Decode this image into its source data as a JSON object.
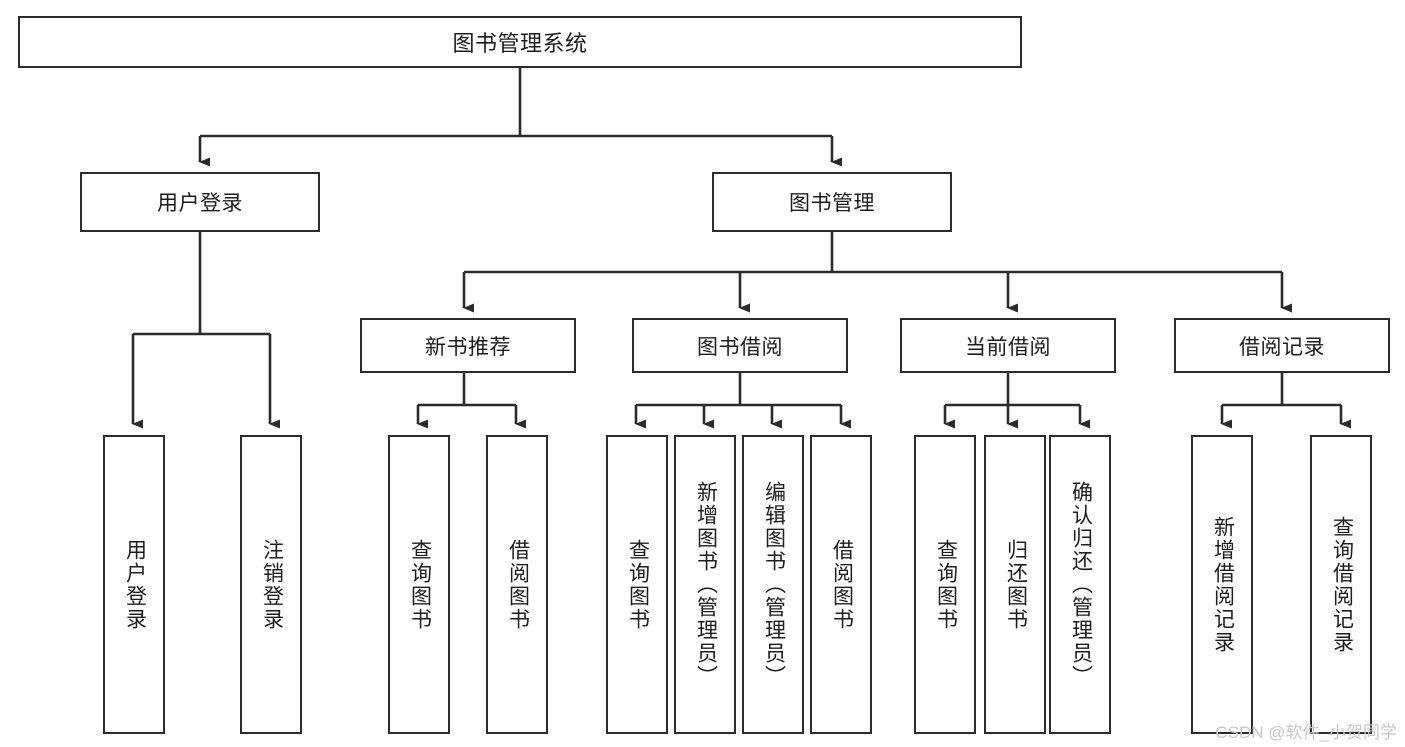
{
  "diagram": {
    "type": "tree-hierarchy-chart",
    "title": "图书管理系统",
    "colors": {
      "box_border": "#2b2b2b",
      "box_fill": "#ffffff",
      "connector": "#2b2b2b",
      "text": "#1d1d1d",
      "watermark": "#c8c8c8",
      "background": "#ffffff"
    },
    "root": {
      "label": "图书管理系统"
    },
    "level2": [
      {
        "label": "用户登录"
      },
      {
        "label": "图书管理"
      }
    ],
    "level3": [
      {
        "label": "新书推荐"
      },
      {
        "label": "图书借阅"
      },
      {
        "label": "当前借阅"
      },
      {
        "label": "借阅记录"
      }
    ],
    "leaves": {
      "user_login": [
        {
          "label": "用户登录"
        },
        {
          "label": "注销登录"
        }
      ],
      "new_book_recommend": [
        {
          "label": "查询图书"
        },
        {
          "label": "借阅图书"
        }
      ],
      "book_borrow": [
        {
          "label": "查询图书"
        },
        {
          "label": "新增图书（管理员）"
        },
        {
          "label": "编辑图书（管理员）"
        },
        {
          "label": "借阅图书"
        }
      ],
      "current_borrow": [
        {
          "label": "查询图书"
        },
        {
          "label": "归还图书"
        },
        {
          "label": "确认归还（管理员）"
        }
      ],
      "borrow_records": [
        {
          "label": "新增借阅记录"
        },
        {
          "label": "查询借阅记录"
        }
      ]
    },
    "watermark": "CSDN @软件_小贺同学"
  }
}
